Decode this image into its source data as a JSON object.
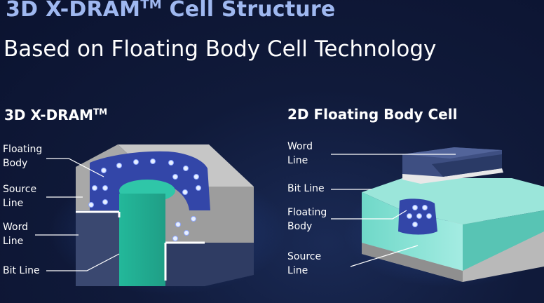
{
  "header": {
    "title_main": "3D X-DRAM",
    "title_tm": "TM",
    "title_rest": " Cell Structure",
    "subtitle": "Based on Floating Body Cell Technology"
  },
  "left": {
    "heading": "3D X-DRAM",
    "heading_tm": "TM",
    "labels": {
      "floating_1": "Floating",
      "floating_2": "Body",
      "source_1": "Source",
      "source_2": "Line",
      "word_1": "Word",
      "word_2": "Line",
      "bit": "Bit Line"
    }
  },
  "right": {
    "heading": "2D Floating Body Cell",
    "labels": {
      "word_1": "Word",
      "word_2": "Line",
      "bit": "Bit Line",
      "floating_1": "Floating",
      "floating_2": "Body",
      "source_1": "Source",
      "source_2": "Line"
    }
  },
  "colors": {
    "title_accent": "#9fb8f0",
    "gray_block": "#b3b3b3",
    "blue_ring": "#3346a8",
    "teal_bitline": "#2fc6a8",
    "navy_wordline": "#3a4a78",
    "light_teal": "#8fe3d6"
  }
}
